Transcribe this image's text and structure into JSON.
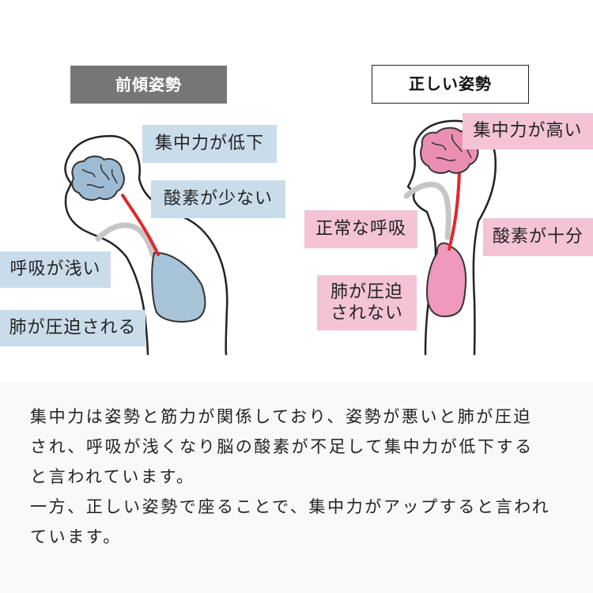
{
  "left": {
    "title": "前傾姿勢",
    "labels": {
      "focus": "集中力が低下",
      "oxygen": "酸素が少ない",
      "breathing": "呼吸が浅い",
      "lungs": "肺が圧迫される"
    }
  },
  "right": {
    "title": "正しい姿勢",
    "labels": {
      "focus": "集中力が高い",
      "breathing": "正常な呼吸",
      "oxygen": "酸素が十分",
      "lungs_line1": "肺が圧迫",
      "lungs_line2": "されない"
    }
  },
  "description": {
    "paragraph1_line1": "集中力は姿勢と筋力が関係しており、姿勢が悪いと肺が圧迫",
    "paragraph1_line2": "され、呼吸が浅くなり脳の酸素が不足して集中力が低下する",
    "paragraph1_line3": "と言われています。",
    "paragraph2_line1": "一方、正しい姿勢で座ることで、集中力がアップすると言われ",
    "paragraph2_line2": "ています。"
  },
  "colors": {
    "blue_label": "#c9dcea",
    "pink_label": "#f4c3d6",
    "brain_blue": "#9dbcd4",
    "brain_pink": "#ea8fb1",
    "lung_blue": "#a7c4d8",
    "lung_pink": "#f098bd",
    "airway_red": "#e4262b",
    "airway_gray": "#c6c6c6",
    "dark_title": "#767676"
  }
}
